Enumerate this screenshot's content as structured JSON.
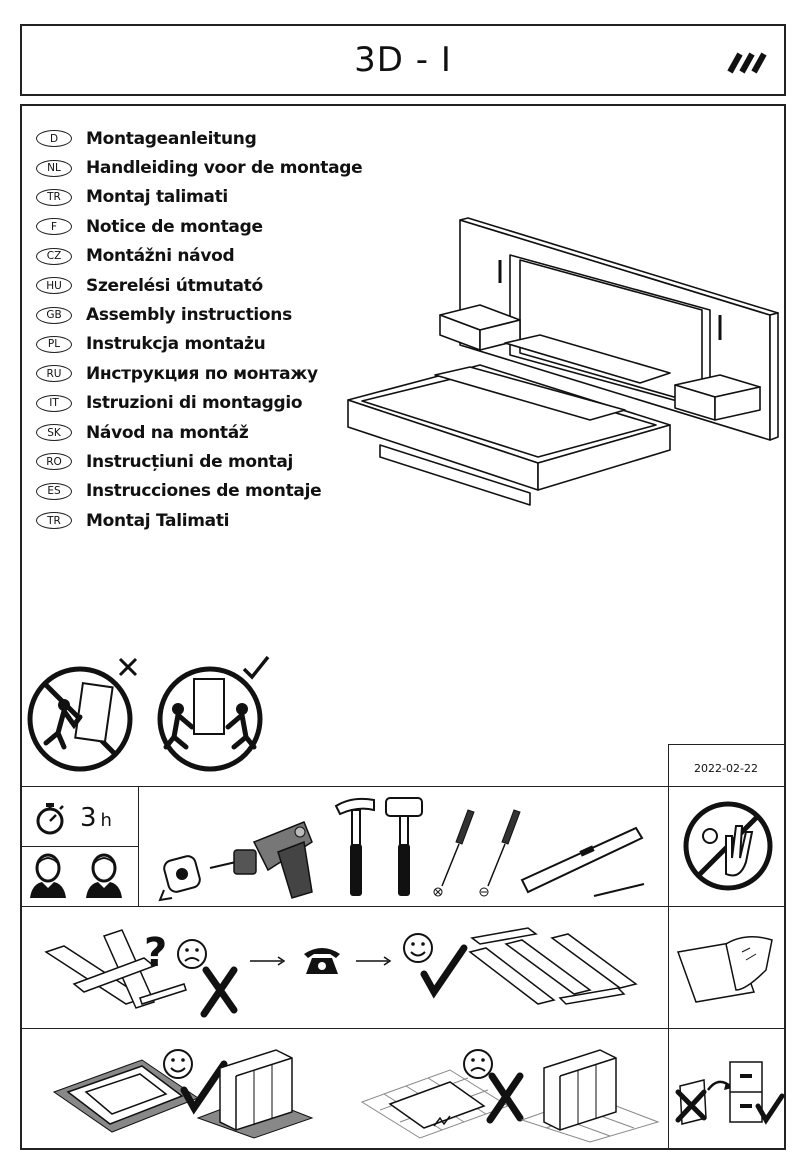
{
  "title": "3D - I",
  "brand_icon": "triple-slash-logo",
  "languages": [
    {
      "code": "D",
      "text": "Montageanleitung"
    },
    {
      "code": "NL",
      "text": "Handleiding voor de montage"
    },
    {
      "code": "TR",
      "text": "Montaj talimati"
    },
    {
      "code": "F",
      "text": "Notice de montage"
    },
    {
      "code": "CZ",
      "text": "Montážni návod"
    },
    {
      "code": "HU",
      "text": "Szerelési útmutató"
    },
    {
      "code": "GB",
      "text": "Assembly instructions"
    },
    {
      "code": "PL",
      "text": "Instrukcja montażu"
    },
    {
      "code": "RU",
      "text": "Инструкция по монтажу"
    },
    {
      "code": "IT",
      "text": "Istruzioni di montaggio"
    },
    {
      "code": "SK",
      "text": "Návod na montáž"
    },
    {
      "code": "RO",
      "text": "Instrucțiuni de montaj"
    },
    {
      "code": "ES",
      "text": "Instrucciones de montaje"
    },
    {
      "code": "TR",
      "text": "Montaj Talimati"
    }
  ],
  "date": "2022-02-22",
  "time": {
    "value": "3",
    "unit": "h"
  },
  "people_count": 2,
  "tools": [
    "measuring-tape-icon",
    "drill-icon",
    "hammer-icon",
    "mallet-icon",
    "phillips-screwdriver-icon",
    "flat-screwdriver-icon",
    "spirit-level-icon",
    "pencil-icon"
  ]
}
